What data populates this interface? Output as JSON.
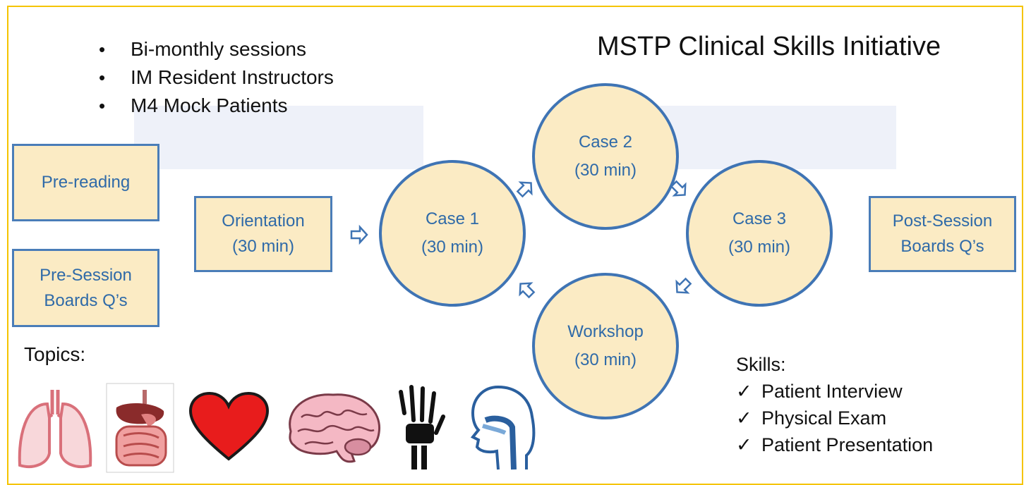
{
  "title": "MSTP Clinical Skills Initiative",
  "bullets": [
    "Bi-monthly sessions",
    "IM Resident Instructors",
    "M4 Mock Patients"
  ],
  "boxes": {
    "pre_reading": "Pre-reading",
    "pre_session_line1": "Pre-Session",
    "pre_session_line2": "Boards Q’s",
    "orientation_line1": "Orientation",
    "orientation_line2": "(30 min)",
    "post_session_line1": "Post-Session",
    "post_session_line2": "Boards Q’s"
  },
  "cycle": {
    "case1": {
      "label": "Case 1",
      "duration": "(30 min)"
    },
    "case2": {
      "label": "Case 2",
      "duration": "(30 min)"
    },
    "case3": {
      "label": "Case 3",
      "duration": "(30 min)"
    },
    "workshop": {
      "label": "Workshop",
      "duration": "(30 min)"
    }
  },
  "topics": {
    "label": "Topics:",
    "icons": [
      "lungs-icon",
      "digestive-system-icon",
      "heart-icon",
      "brain-icon",
      "hand-xray-icon",
      "head-airway-icon"
    ]
  },
  "skills": {
    "label": "Skills:",
    "check": "✓",
    "items": [
      "Patient Interview",
      "Physical Exam",
      "Patient Presentation"
    ]
  },
  "colors": {
    "box_fill": "#fbebc4",
    "box_border": "#4a7db8",
    "text_blue": "#2f6aa8",
    "frame": "#f5c400"
  }
}
